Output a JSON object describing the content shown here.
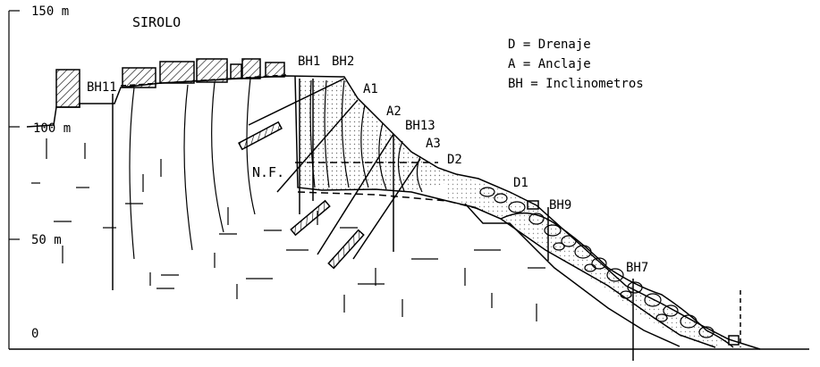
{
  "figure": {
    "place": "SIROLO",
    "elevation_labels": [
      "150 m",
      "100 m",
      "50 m",
      "0"
    ],
    "legend": [
      "D = Drenaje",
      "A = Anclaje",
      "BH = Inclinometros"
    ],
    "labels": {
      "bh11": "BH11",
      "bh1": "BH1",
      "bh2": "BH2",
      "bh13": "BH13",
      "bh9": "BH9",
      "bh7": "BH7",
      "a1": "A1",
      "a2": "A2",
      "a3": "A3",
      "d1": "D1",
      "d2": "D2",
      "nf": "N.F."
    },
    "colors": {
      "ink": "#000000",
      "paper": "#ffffff"
    }
  }
}
